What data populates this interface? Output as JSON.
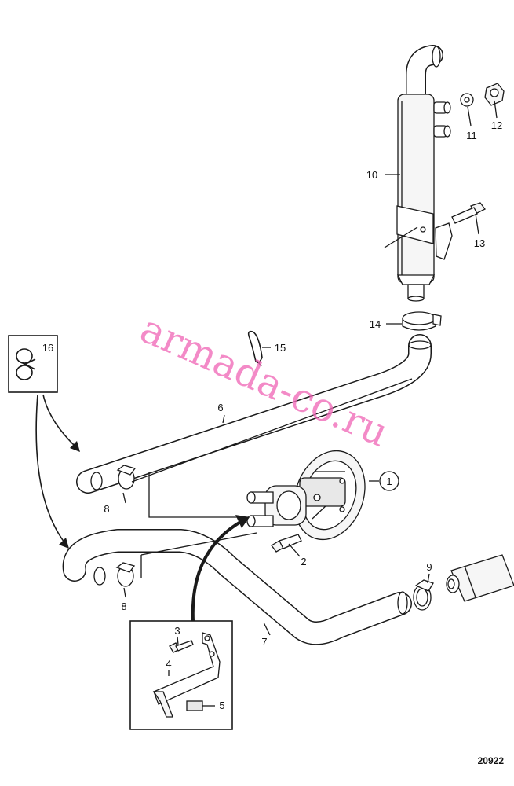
{
  "drawing_number": "20922",
  "watermark": "armada-co.ru",
  "callouts": [
    {
      "id": "c1",
      "label": "1"
    },
    {
      "id": "c2",
      "label": "2"
    },
    {
      "id": "c3",
      "label": "3"
    },
    {
      "id": "c4",
      "label": "4"
    },
    {
      "id": "c5",
      "label": "5"
    },
    {
      "id": "c6",
      "label": "6"
    },
    {
      "id": "c7",
      "label": "7"
    },
    {
      "id": "c8a",
      "label": "8"
    },
    {
      "id": "c8b",
      "label": "8"
    },
    {
      "id": "c9",
      "label": "9"
    },
    {
      "id": "c10",
      "label": "10"
    },
    {
      "id": "c11",
      "label": "11"
    },
    {
      "id": "c12",
      "label": "12"
    },
    {
      "id": "c13",
      "label": "13"
    },
    {
      "id": "c14",
      "label": "14"
    },
    {
      "id": "c15",
      "label": "15"
    },
    {
      "id": "c16",
      "label": "16"
    }
  ]
}
